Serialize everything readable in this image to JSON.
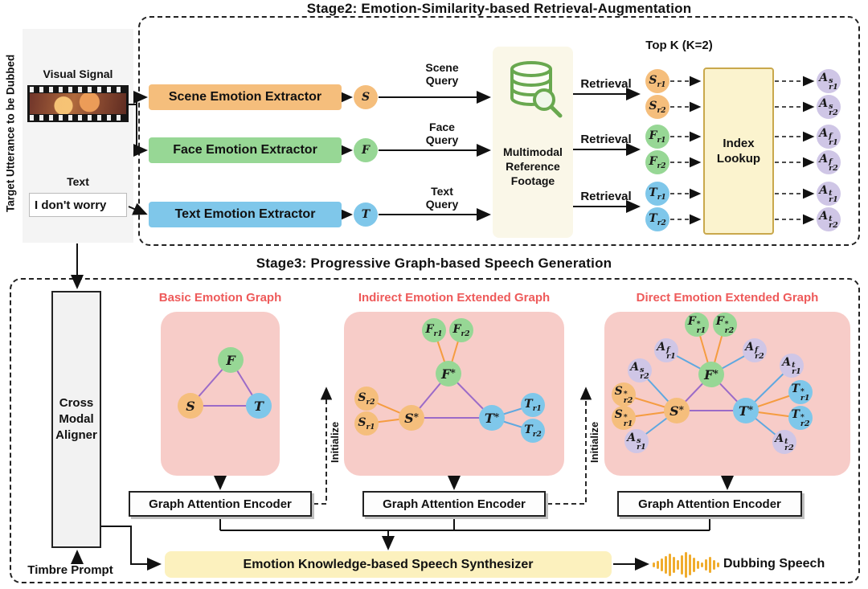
{
  "stage2": {
    "title": "Stage2: Emotion-Similarity-based Retrieval-Augmentation",
    "panel": {
      "side_label": "Target Utterance to be Dubbed",
      "visual_label": "Visual Signal",
      "text_label": "Text",
      "text_value": "I don't worry"
    },
    "extractors": [
      {
        "label": "Scene Emotion Extractor"
      },
      {
        "label": "Face Emotion Extractor"
      },
      {
        "label": "Text Emotion Extractor"
      }
    ],
    "queries": [
      {
        "line1": "Scene",
        "line2": "Query"
      },
      {
        "line1": "Face",
        "line2": "Query"
      },
      {
        "line1": "Text",
        "line2": "Query"
      }
    ],
    "database": {
      "lines": [
        "Multimodal",
        "Reference",
        "Footage"
      ]
    },
    "retrieval_label": "Retrieval",
    "topk_label": "Top K (K=2)",
    "index_lookup": {
      "line1": "Index",
      "line2": "Lookup"
    }
  },
  "stage3": {
    "title": "Stage3: Progressive Graph-based Speech Generation",
    "aligner": {
      "line1": "Cross",
      "line2": "Modal",
      "line3": "Aligner"
    },
    "timbre_label": "Timbre Prompt",
    "graph_titles": [
      "Basic Emotion Graph",
      "Indirect Emotion Extended Graph",
      "Direct Emotion Extended Graph"
    ],
    "initialize_label": "Initialize",
    "encoder_label": "Graph Attention Encoder",
    "synthesizer_label": "Emotion Knowledge-based Speech Synthesizer",
    "output_label": "Dubbing Speech"
  },
  "math": {
    "S": {
      "b": "S",
      "sup": "",
      "sub": ""
    },
    "F": {
      "b": "F",
      "sup": "",
      "sub": ""
    },
    "T": {
      "b": "T",
      "sup": "",
      "sub": ""
    },
    "Sr1": {
      "b": "S",
      "sup": "",
      "sub": "r1"
    },
    "Sr2": {
      "b": "S",
      "sup": "",
      "sub": "r2"
    },
    "Fr1": {
      "b": "F",
      "sup": "",
      "sub": "r1"
    },
    "Fr2": {
      "b": "F",
      "sup": "",
      "sub": "r2"
    },
    "Tr1": {
      "b": "T",
      "sup": "",
      "sub": "r1"
    },
    "Tr2": {
      "b": "T",
      "sup": "",
      "sub": "r2"
    },
    "Ss": {
      "b": "S",
      "sup": "*",
      "sub": ""
    },
    "Fs": {
      "b": "F",
      "sup": "*",
      "sub": ""
    },
    "Ts": {
      "b": "T",
      "sup": "*",
      "sub": ""
    },
    "Ssr1": {
      "b": "S",
      "sup": "*",
      "sub": "r1"
    },
    "Ssr2": {
      "b": "S",
      "sup": "*",
      "sub": "r2"
    },
    "Tsr1": {
      "b": "T",
      "sup": "*",
      "sub": "r1"
    },
    "Tsr2": {
      "b": "T",
      "sup": "*",
      "sub": "r2"
    },
    "Fsr1": {
      "b": "F",
      "sup": "*",
      "sub": "r1"
    },
    "Fsr2": {
      "b": "F",
      "sup": "*",
      "sub": "r2"
    },
    "Asr1": {
      "b": "A",
      "sup": "s",
      "sub": "r1"
    },
    "Asr2": {
      "b": "A",
      "sup": "s",
      "sub": "r2"
    },
    "Afr1": {
      "b": "A",
      "sup": "f",
      "sub": "r1"
    },
    "Afr2": {
      "b": "A",
      "sup": "f",
      "sub": "r2"
    },
    "Atr1": {
      "b": "A",
      "sup": "t",
      "sub": "r1"
    },
    "Atr2": {
      "b": "A",
      "sup": "t",
      "sub": "r2"
    }
  },
  "colors": {
    "orange": "#F5BE7C",
    "green": "#97D795",
    "blue": "#7FC7EA",
    "lavender": "#CFC6E6",
    "pink": "#F7CCC8",
    "yellow": "#FBF3CE",
    "yellow-border": "#C9A84C",
    "red-title": "#EE5A5A",
    "edge-orange": "#F59C40",
    "edge-blue": "#5FA8E0",
    "edge-purple": "#9B6BC8",
    "wave": "#F0AC2D"
  }
}
